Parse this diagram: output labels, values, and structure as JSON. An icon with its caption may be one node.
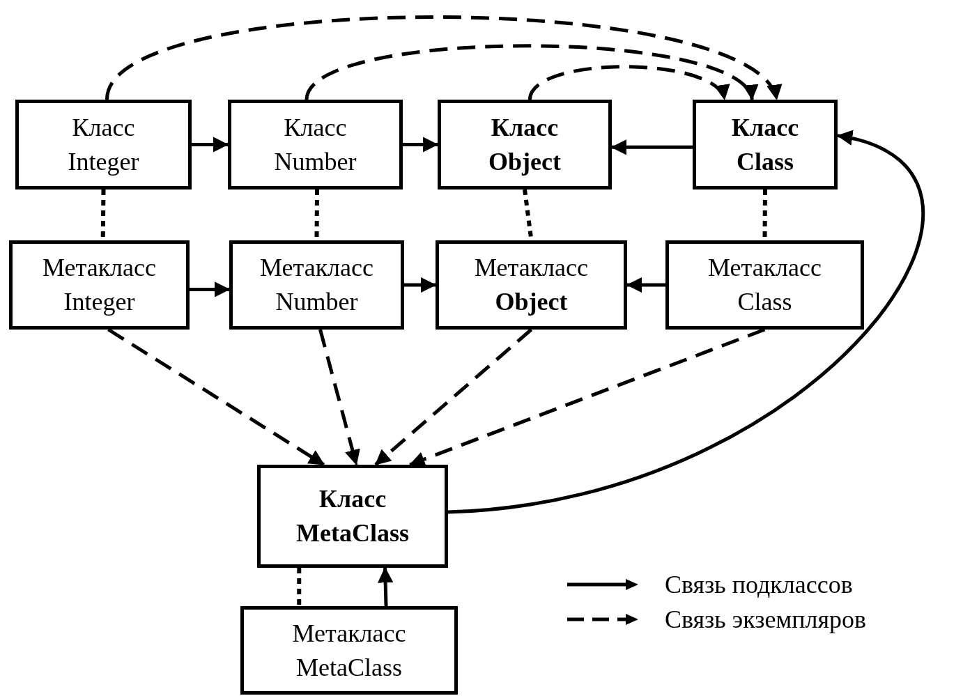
{
  "diagram": {
    "nodes": [
      {
        "text": [
          "Класс Integer"
        ]
      },
      {
        "text": [
          "Класс Number"
        ]
      },
      {
        "text": [
          "Класс Object"
        ]
      },
      {
        "text": [
          "Класс Class"
        ]
      },
      {
        "text": [
          "Метакласс Integer"
        ]
      },
      {
        "text": [
          "Метакласс Number"
        ]
      },
      {
        "text": [
          "Метакласс **Object**"
        ]
      },
      {
        "text": [
          "Метакласс Class"
        ]
      },
      {
        "text": [
          "Класс MetaClass"
        ]
      },
      {
        "text": [
          "Метакласс MetaClass"
        ]
      }
    ],
    "edges": [
      {
        "from": 0,
        "to": 1,
        "arrow": "to"
      },
      {
        "from": 1,
        "to": 2,
        "arrow": "to"
      },
      {
        "from": 3,
        "to": 2,
        "arrow": "to"
      },
      {
        "from": 4,
        "to": 5,
        "arrow": "to"
      },
      {
        "from": 5,
        "to": 6,
        "arrow": "to"
      },
      {
        "from": 7,
        "to": 6,
        "arrow": "to"
      },
      {
        "from": 0,
        "to": 4,
        "arrow": "none",
        "style": "dashed"
      },
      {
        "from": 1,
        "to": 5,
        "arrow": "none",
        "style": "dashed"
      },
      {
        "from": 2,
        "to": 6,
        "arrow": "none",
        "style": "dashed"
      },
      {
        "from": 3,
        "to": 7,
        "arrow": "none",
        "style": "dashed"
      },
      {
        "from": 0,
        "to": 3,
        "arrow": "to",
        "style": "dashed"
      },
      {
        "from": 1,
        "to": 3,
        "arrow": "to",
        "style": "dashed"
      },
      {
        "from": 2,
        "to": 3,
        "arrow": "to",
        "style": "dashed"
      },
      {
        "from": 4,
        "to": 8,
        "arrow": "to",
        "style": "dashed"
      },
      {
        "from": 5,
        "to": 8,
        "arrow": "to",
        "style": "dashed"
      },
      {
        "from": 6,
        "to": 8,
        "arrow": "to",
        "style": "dashed"
      },
      {
        "from": 7,
        "to": 8,
        "arrow": "to",
        "style": "dashed"
      },
      {
        "from": 8,
        "to": 3,
        "arrow": "to"
      },
      {
        "from": 8,
        "to": 9,
        "arrow": "none",
        "style": "dashed"
      },
      {
        "from": 9,
        "to": 8,
        "arrow": "to"
      }
    ],
    "legend": [
      {
        "text": "Связь подклассов"
      },
      {
        "text": "Связь экземпляров"
      }
    ]
  }
}
